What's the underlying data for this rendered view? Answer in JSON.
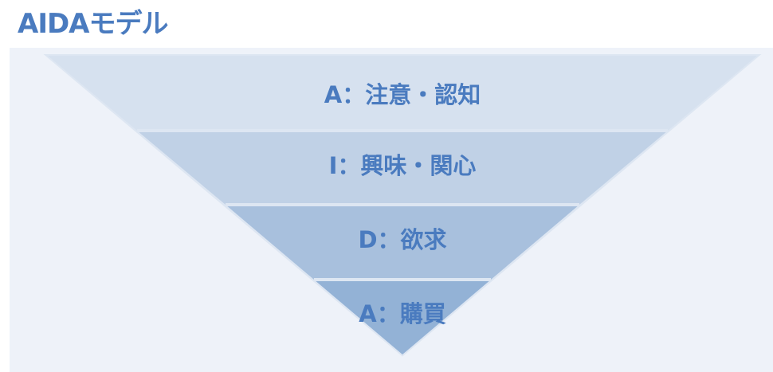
{
  "diagram": {
    "title": "AIDAモデル",
    "colors": {
      "text": "#4a7bbf",
      "panel_background": "#eef2f9",
      "outline": "#dde6f2"
    },
    "stages": [
      {
        "label": "A：注意・認知",
        "fill": "#d6e1ef"
      },
      {
        "label": "I：興味・関心",
        "fill": "#c0d1e6"
      },
      {
        "label": "D：欲求",
        "fill": "#a8c0dd"
      },
      {
        "label": "A：購買",
        "fill": "#93b2d6"
      }
    ]
  }
}
